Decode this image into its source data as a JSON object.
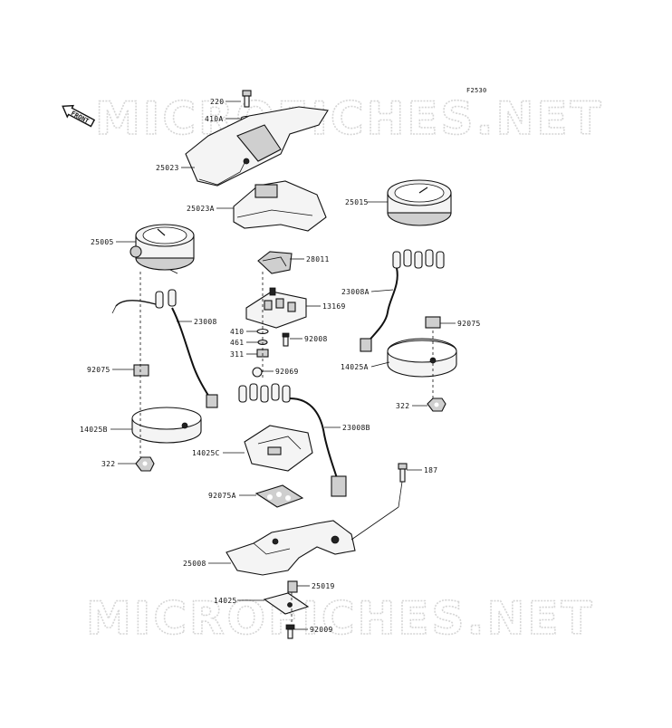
{
  "diagram": {
    "figure_code": "F2530",
    "front_arrow_label": "FRONT",
    "watermark_text": "MICROFICHES.NET",
    "labels": [
      {
        "id": "p220",
        "text": "220"
      },
      {
        "id": "p410a",
        "text": "410A"
      },
      {
        "id": "p25023",
        "text": "25023"
      },
      {
        "id": "p25023a",
        "text": "25023A"
      },
      {
        "id": "p25015",
        "text": "25015"
      },
      {
        "id": "p25005",
        "text": "25005"
      },
      {
        "id": "p28011",
        "text": "28011"
      },
      {
        "id": "p23008a",
        "text": "23008A"
      },
      {
        "id": "p13169",
        "text": "13169"
      },
      {
        "id": "p23008",
        "text": "23008"
      },
      {
        "id": "p92075r",
        "text": "92075"
      },
      {
        "id": "p410",
        "text": "410"
      },
      {
        "id": "p461",
        "text": "461"
      },
      {
        "id": "p92008",
        "text": "92008"
      },
      {
        "id": "p311",
        "text": "311"
      },
      {
        "id": "p14025a",
        "text": "14025A"
      },
      {
        "id": "p92069",
        "text": "92069"
      },
      {
        "id": "p92075l",
        "text": "92075"
      },
      {
        "id": "p322r",
        "text": "322"
      },
      {
        "id": "p14025b",
        "text": "14025B"
      },
      {
        "id": "p23008b",
        "text": "23008B"
      },
      {
        "id": "p14025c",
        "text": "14025C"
      },
      {
        "id": "p322l",
        "text": "322"
      },
      {
        "id": "p187",
        "text": "187"
      },
      {
        "id": "p92075a",
        "text": "92075A"
      },
      {
        "id": "p25008",
        "text": "25008"
      },
      {
        "id": "p25019",
        "text": "25019"
      },
      {
        "id": "p14025",
        "text": "14025"
      },
      {
        "id": "p92009",
        "text": "92009"
      }
    ]
  }
}
